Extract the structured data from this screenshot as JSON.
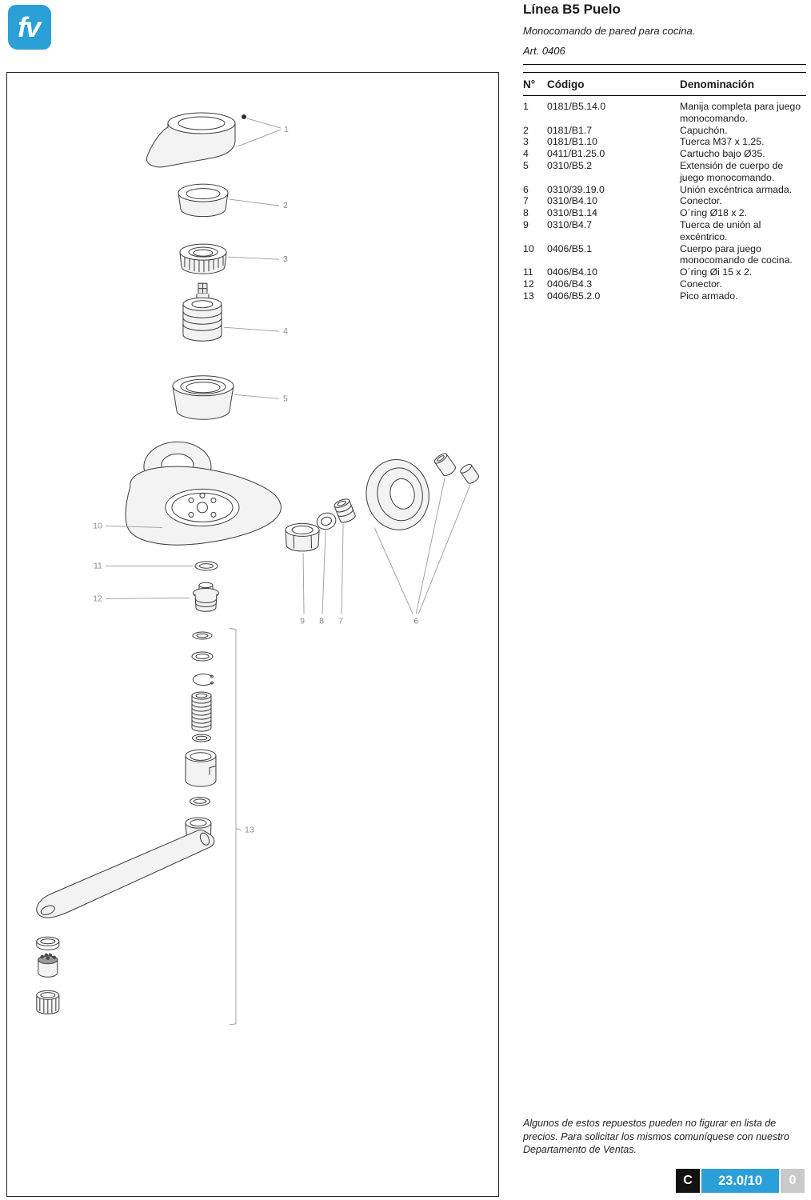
{
  "page": {
    "logo": "fv",
    "title": "Línea B5 Puelo",
    "subtitle": "Monocomando de pared para cocina.",
    "art": "Art. 0406"
  },
  "table": {
    "headers": {
      "num": "N°",
      "code": "Código",
      "name": "Denominación"
    },
    "rows": [
      {
        "num": "1",
        "code": "0181/B5.14.0",
        "name": "Manija completa para juego monocomando."
      },
      {
        "num": "2",
        "code": "0181/B1.7",
        "name": "Capuchón."
      },
      {
        "num": "3",
        "code": "0181/B1.10",
        "name": "Tuerca M37 x 1,25."
      },
      {
        "num": "4",
        "code": "0411/B1.25.0",
        "name": "Cartucho bajo Ø35."
      },
      {
        "num": "5",
        "code": "0310/B5.2",
        "name": "Extensión de cuerpo de juego monocomando."
      },
      {
        "num": "6",
        "code": "0310/39.19.0",
        "name": "Unión excéntrica armada."
      },
      {
        "num": "7",
        "code": "0310/B4.10",
        "name": "Conector."
      },
      {
        "num": "8",
        "code": "0310/B1.14",
        "name": "O´ring Ø18 x 2."
      },
      {
        "num": "9",
        "code": "0310/B4.7",
        "name": "Tuerca de unión al excéntrico."
      },
      {
        "num": "10",
        "code": "0406/B5.1",
        "name": "Cuerpo para juego monocomando de cocina."
      },
      {
        "num": "11",
        "code": "0406/B4.10",
        "name": "O´ring Øi 15 x 2."
      },
      {
        "num": "12",
        "code": "0406/B4.3",
        "name": "Conector."
      },
      {
        "num": "13",
        "code": "0406/B5.2.0",
        "name": "Pico armado."
      }
    ]
  },
  "callouts": [
    "1",
    "2",
    "3",
    "4",
    "5",
    "6",
    "7",
    "8",
    "9",
    "10",
    "11",
    "12",
    "13"
  ],
  "footer": {
    "note": "Algunos de estos repuestos pueden no figurar en lista de precios. Para solicitar los mismos comuníquese con nuestro Departamento de Ventas.",
    "code_letter": "C",
    "code_value": "23.0/10",
    "code_suffix": "0"
  },
  "colors": {
    "brand_blue": "#2b9fd8",
    "code_black": "#121212",
    "code_gray": "#c9c9c9"
  }
}
